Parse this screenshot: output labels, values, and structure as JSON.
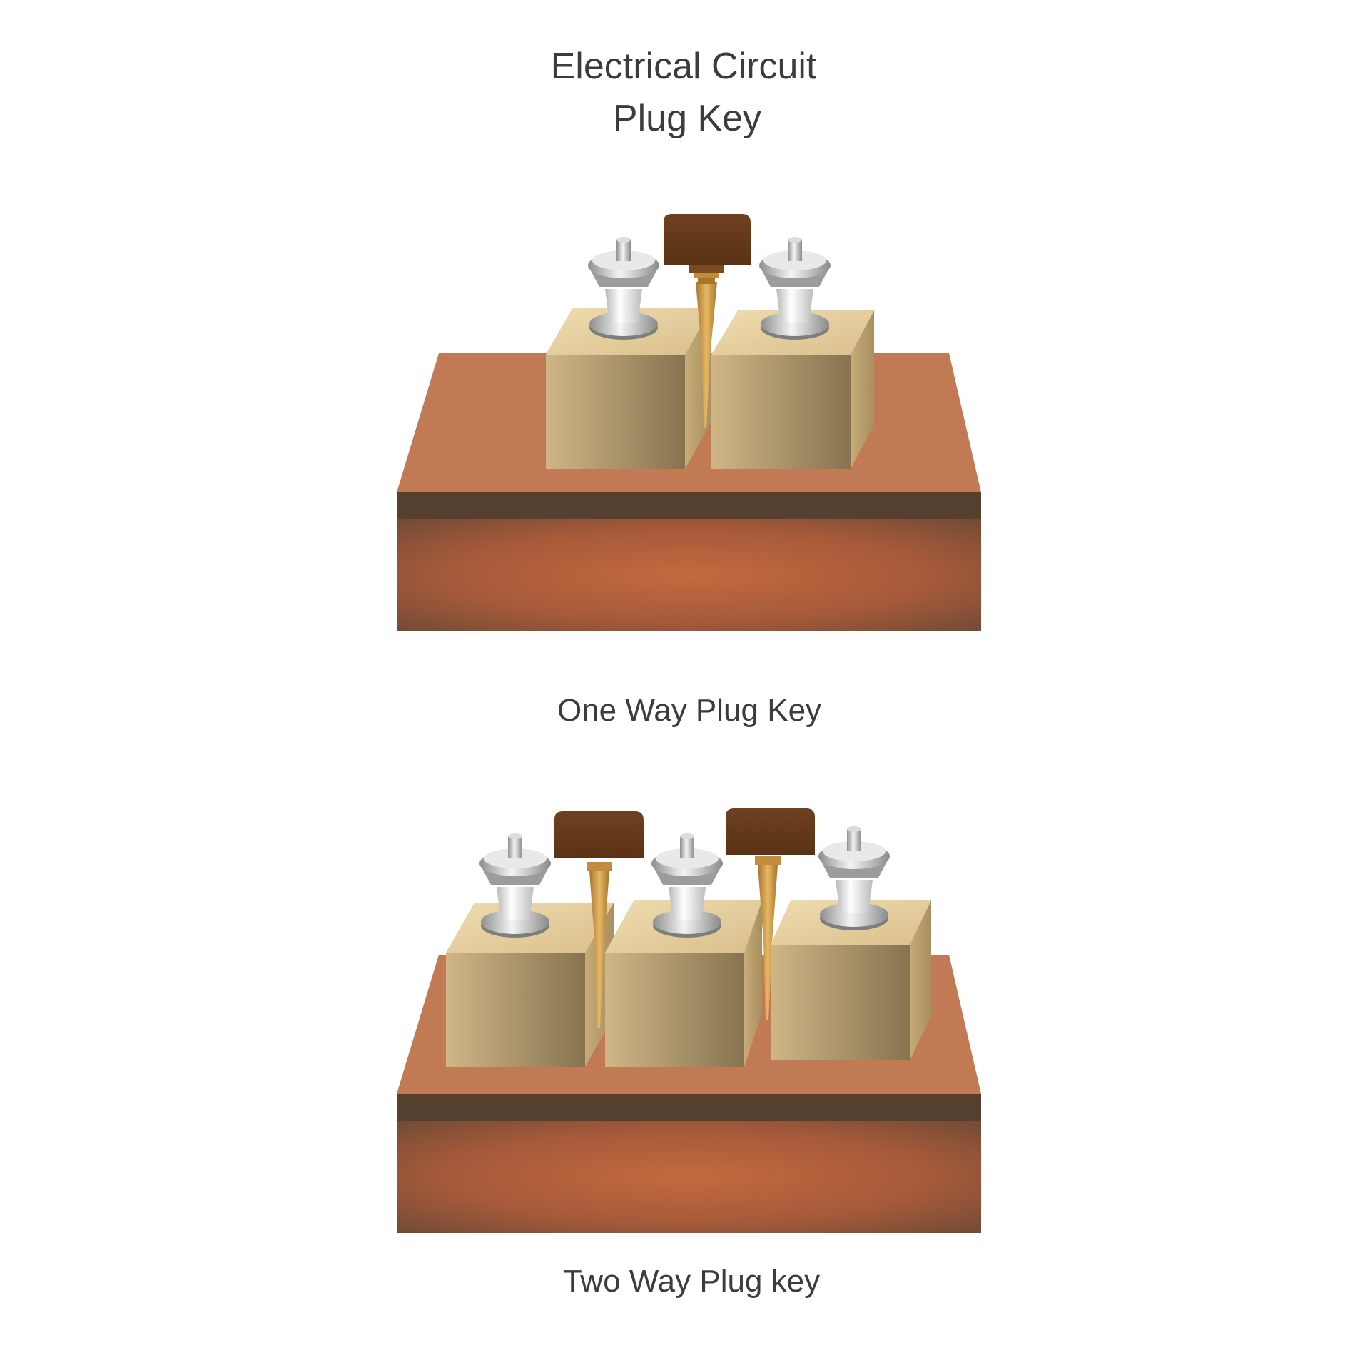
{
  "title": {
    "line1": "Electrical Circuit",
    "line2": "Plug Key"
  },
  "captions": {
    "one_way": "One Way Plug Key",
    "two_way": "Two Way Plug key"
  },
  "colors": {
    "base_top": "#c27a55",
    "base_band": "#55402f",
    "base_front_center": "#c0683f",
    "base_front_edge": "#6e4b36",
    "block_light": "#cdb386",
    "block_dark": "#8b774f",
    "block_top": "#e6d0a0",
    "plug_handle": "#5f3616",
    "plug_pin": "#c9943f",
    "terminal_metal": "#c9c9c9",
    "text": "#3c3c3c"
  }
}
